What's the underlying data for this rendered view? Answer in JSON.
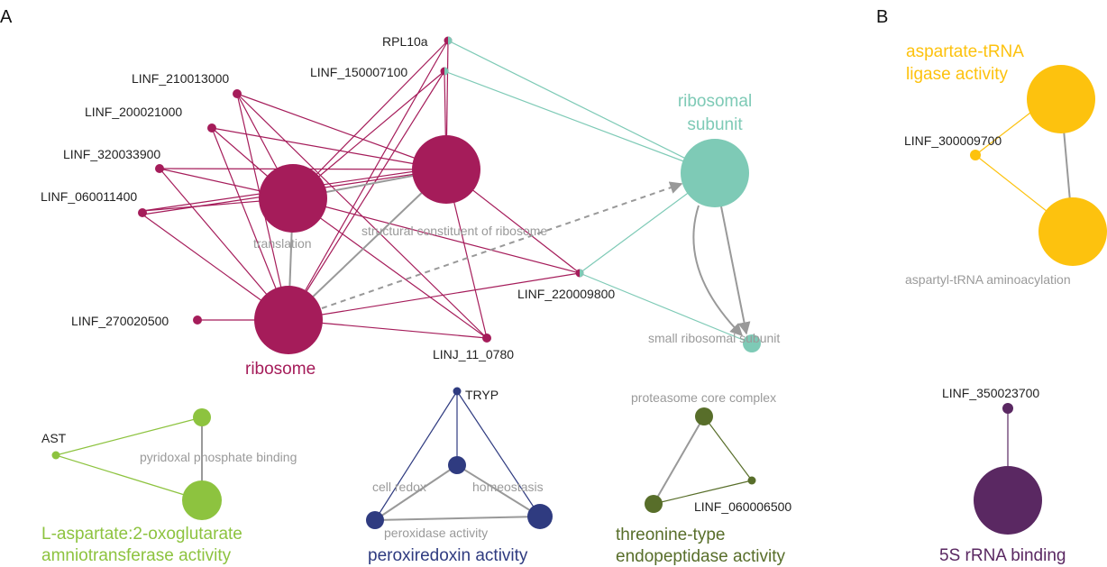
{
  "panels": {
    "a": "A",
    "b": "B"
  },
  "colors": {
    "ribosome": "#a51c5a",
    "ribosomal_subunit": "#7ecab6",
    "aspartate_trna": "#fdc20e",
    "five_s_rrna": "#5a2862",
    "aminotransferase": "#8dc33f",
    "peroxiredoxin": "#2f3b80",
    "threonine": "#586e2a",
    "relation": "#999999"
  },
  "panel_a": {
    "groups": {
      "ribosome": "ribosome",
      "ribosomal_subunit_1": "ribosomal",
      "ribosomal_subunit_2": "subunit",
      "aminotransferase_1": "L-aspartate:2-oxoglutarate",
      "aminotransferase_2": "amniotransferase activity",
      "peroxiredoxin": "peroxiredoxin activity",
      "threonine_1": "threonine-type",
      "threonine_2": "endopeptidase activity"
    },
    "terms": {
      "translation": "translation",
      "structural_constituent": "structural constituent of ribosome",
      "small_ribosomal_subunit": "small ribosomal subunit",
      "pyridoxal": "pyridoxal phosphate binding",
      "cell_redox": "cell redox",
      "homeostasis": "homeostasis",
      "peroxidase": "peroxidase activity",
      "proteasome": "proteasome core complex"
    },
    "genes": {
      "rpl10a": "RPL10a",
      "linf_150007100": "LINF_150007100",
      "linf_210013000": "LINF_210013000",
      "linf_200021000": "LINF_200021000",
      "linf_320033900": "LINF_320033900",
      "linf_060011400": "LINF_060011400",
      "linf_270020500": "LINF_270020500",
      "linj_11_0780": "LINJ_11_0780",
      "linf_220009800": "LINF_220009800",
      "ast": "AST",
      "tryp": "TRYP",
      "linf_060006500": "LINF_060006500"
    }
  },
  "panel_b": {
    "groups": {
      "aspartate_1": "aspartate-tRNA",
      "aspartate_2": "ligase activity",
      "five_s": "5S rRNA binding"
    },
    "terms": {
      "aminoacylation": "aspartyl-tRNA aminoacylation"
    },
    "genes": {
      "linf_300009700": "LINF_300009700",
      "linf_350023700": "LINF_350023700"
    }
  }
}
